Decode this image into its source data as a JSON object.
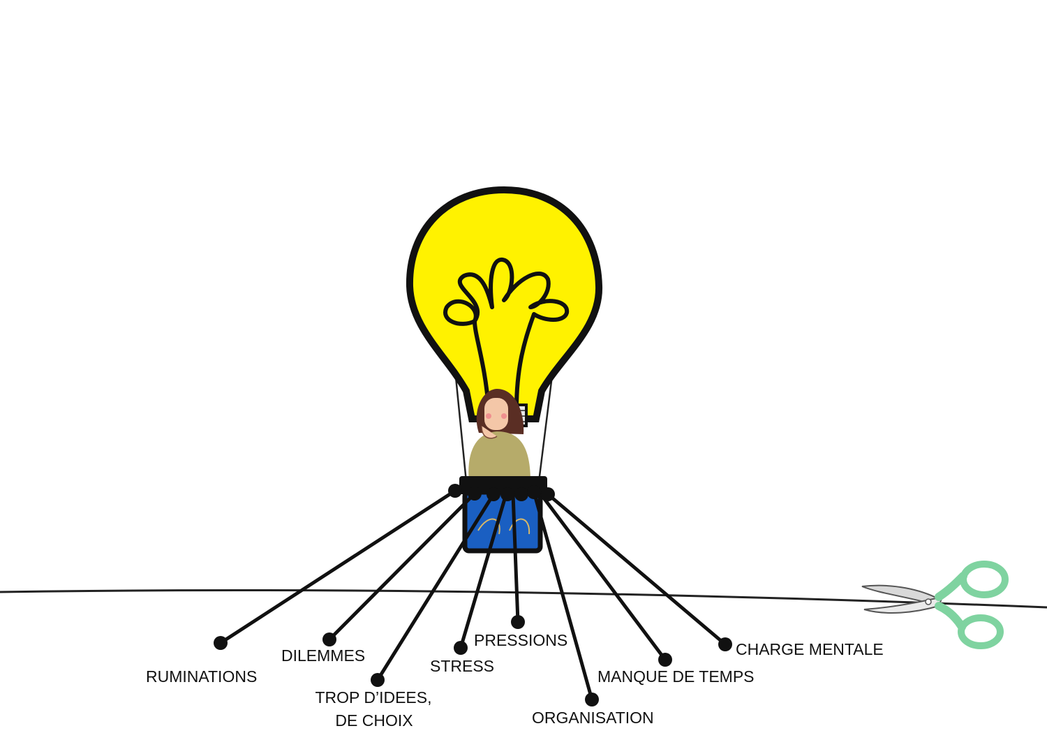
{
  "labels": {
    "ruminations": "RUMINATIONS",
    "dilemmes": "DILEMMES",
    "trop_line1": "TROP D’IDEES,",
    "trop_line2": "DE CHOIX",
    "stress": "STRESS",
    "pressions": "PRESSIONS",
    "organisation": "ORGANISATION",
    "manque": "MANQUE DE TEMPS",
    "charge": "CHARGE MENTALE"
  },
  "colors": {
    "bulb": "#fff200",
    "basket": "#1a5fc2",
    "scissors_handle": "#7fd3a0",
    "shirt": "#b6ab6a",
    "hair": "#5a2e24"
  }
}
